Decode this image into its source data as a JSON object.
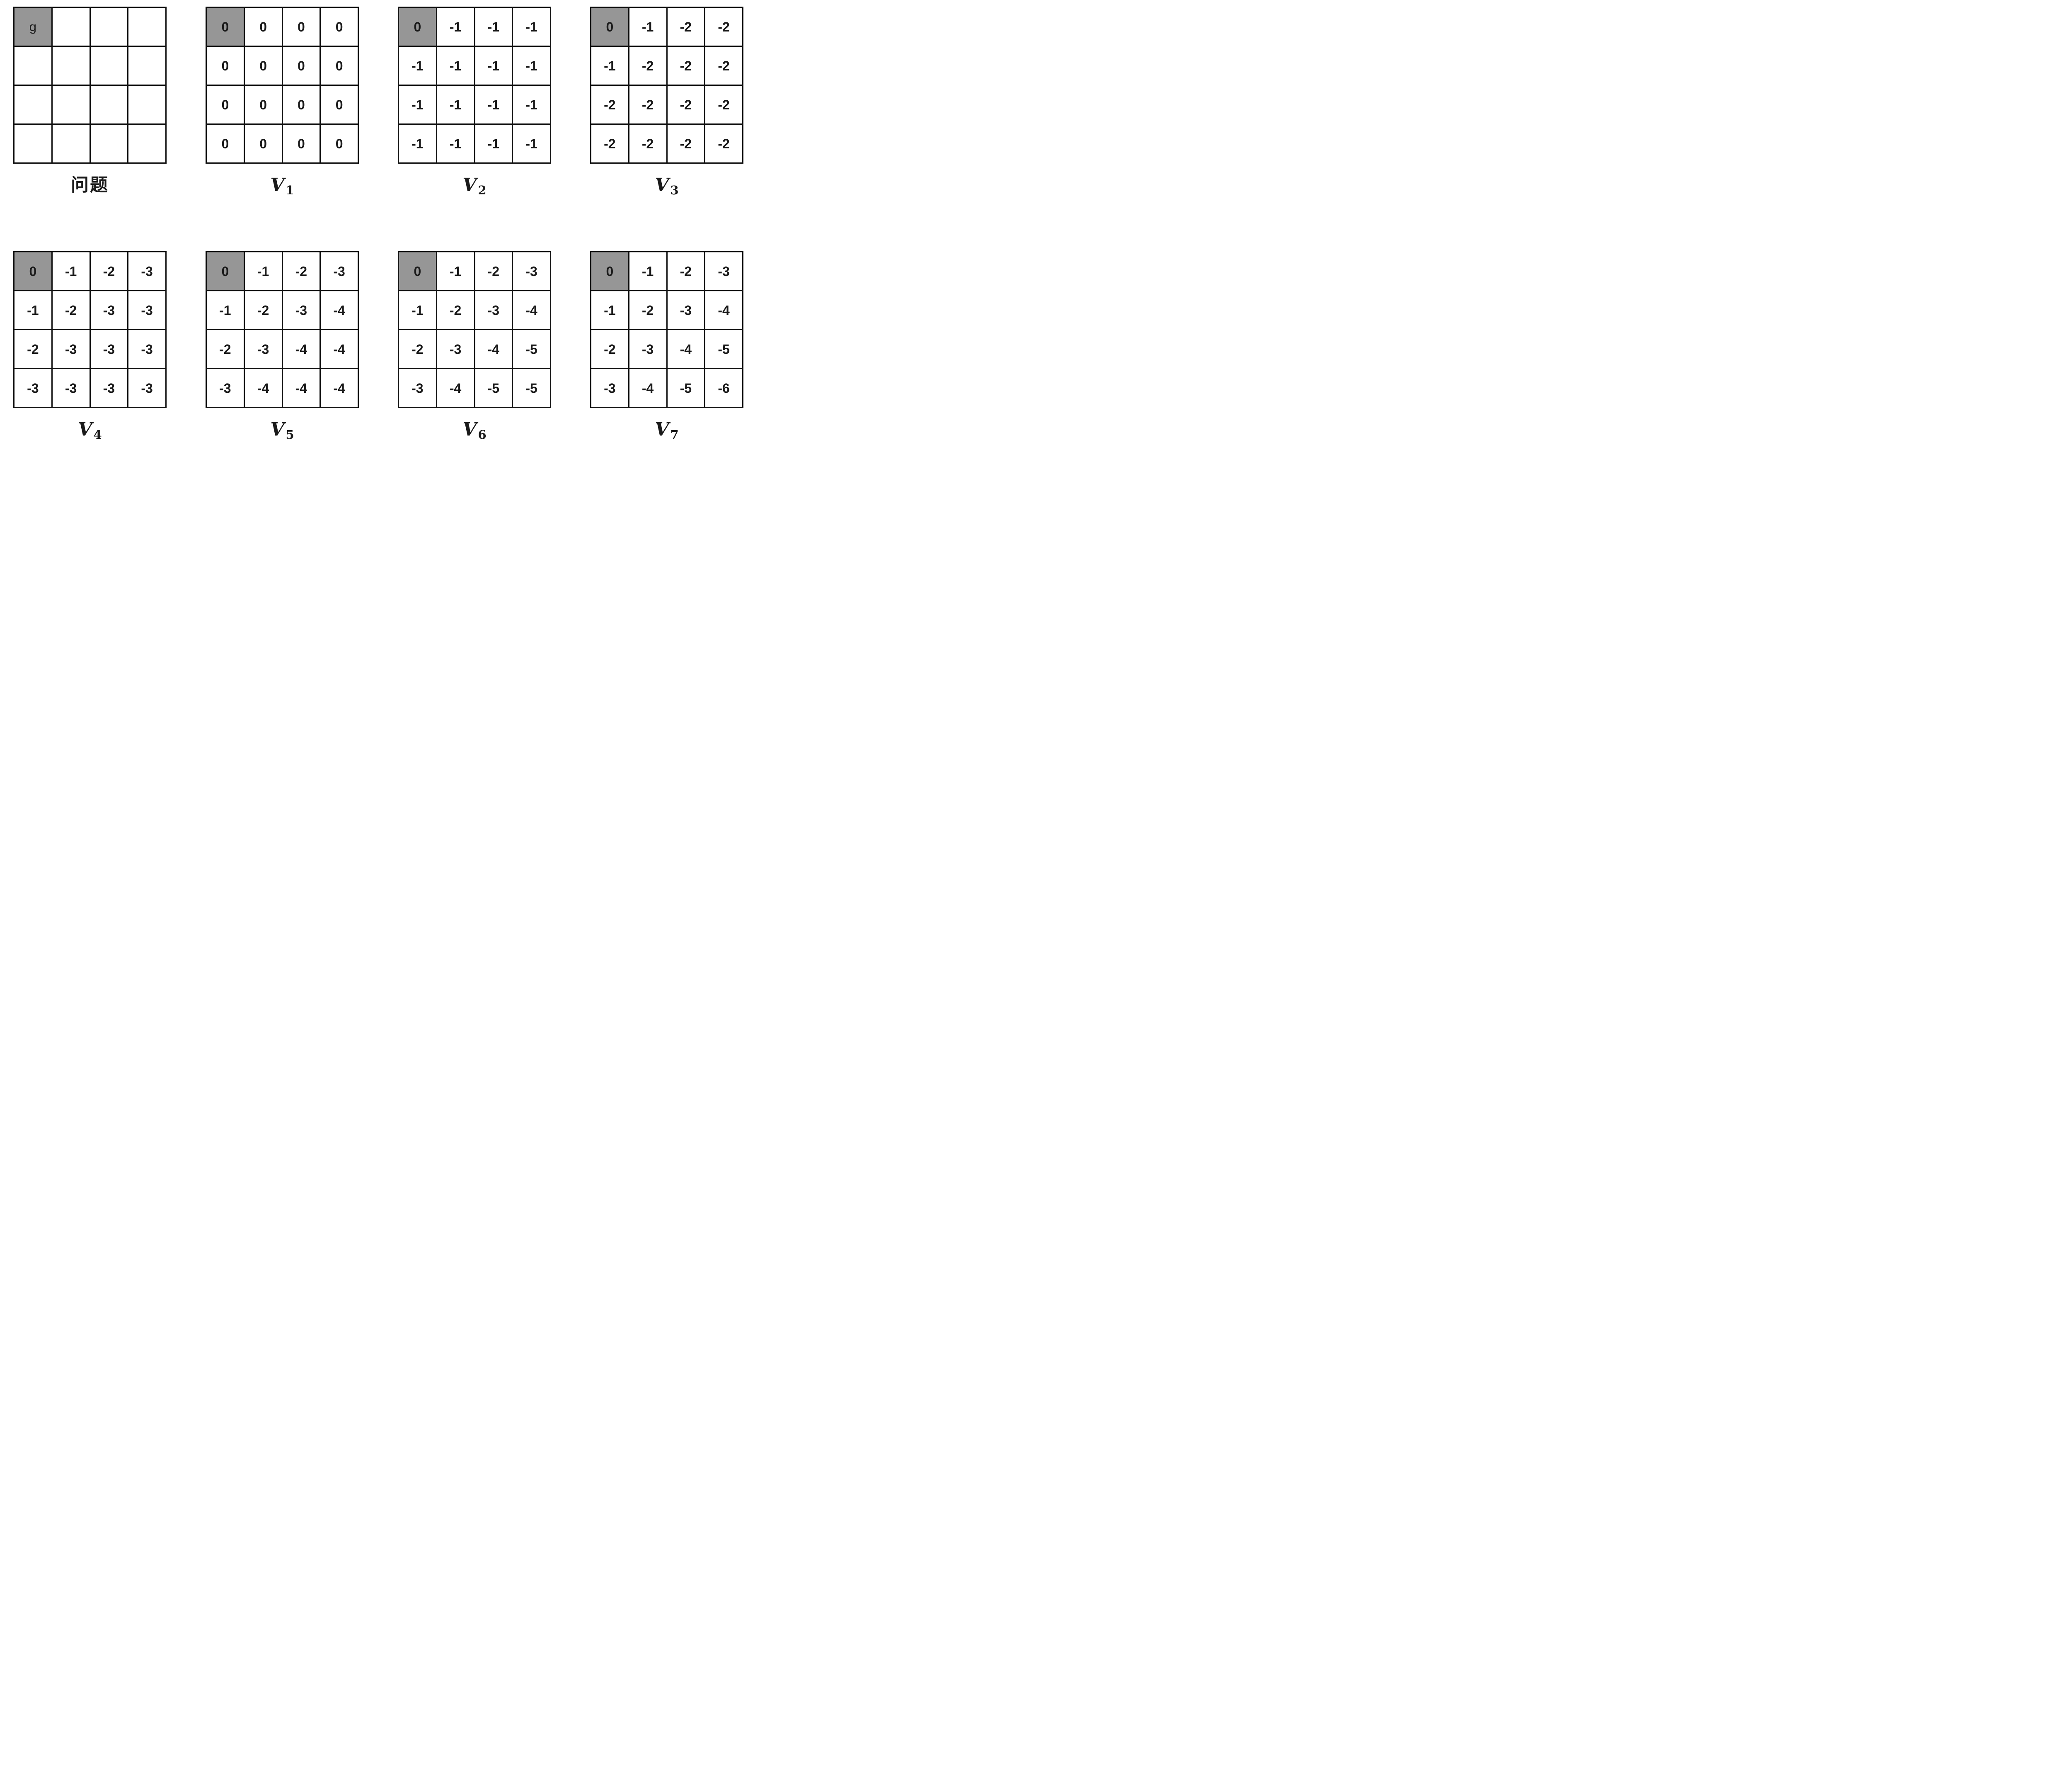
{
  "figure": {
    "title": "gridworld value iteration",
    "colors": {
      "grid_border": "#111111",
      "cell_background": "#ffffff",
      "goal_cell_background": "#969696",
      "text": "#1a1a1a"
    },
    "rows": [
      [
        "problem",
        "v1",
        "v2",
        "v3"
      ],
      [
        "v4",
        "v5",
        "v6",
        "v7"
      ]
    ],
    "panels": [
      {
        "id": "problem",
        "caption": {
          "base": "问题",
          "subscript": ""
        },
        "goal_cell": {
          "row": 0,
          "col": 0
        },
        "cells": [
          [
            "g",
            "",
            "",
            ""
          ],
          [
            "",
            "",
            "",
            ""
          ],
          [
            "",
            "",
            "",
            ""
          ],
          [
            "",
            "",
            "",
            ""
          ]
        ]
      },
      {
        "id": "v1",
        "caption": {
          "base": "V",
          "subscript": "1"
        },
        "goal_cell": {
          "row": 0,
          "col": 0
        },
        "cells": [
          [
            "0",
            "0",
            "0",
            "0"
          ],
          [
            "0",
            "0",
            "0",
            "0"
          ],
          [
            "0",
            "0",
            "0",
            "0"
          ],
          [
            "0",
            "0",
            "0",
            "0"
          ]
        ]
      },
      {
        "id": "v2",
        "caption": {
          "base": "V",
          "subscript": "2"
        },
        "goal_cell": {
          "row": 0,
          "col": 0
        },
        "cells": [
          [
            "0",
            "-1",
            "-1",
            "-1"
          ],
          [
            "-1",
            "-1",
            "-1",
            "-1"
          ],
          [
            "-1",
            "-1",
            "-1",
            "-1"
          ],
          [
            "-1",
            "-1",
            "-1",
            "-1"
          ]
        ]
      },
      {
        "id": "v3",
        "caption": {
          "base": "V",
          "subscript": "3"
        },
        "goal_cell": {
          "row": 0,
          "col": 0
        },
        "cells": [
          [
            "0",
            "-1",
            "-2",
            "-2"
          ],
          [
            "-1",
            "-2",
            "-2",
            "-2"
          ],
          [
            "-2",
            "-2",
            "-2",
            "-2"
          ],
          [
            "-2",
            "-2",
            "-2",
            "-2"
          ]
        ]
      },
      {
        "id": "v4",
        "caption": {
          "base": "V",
          "subscript": "4"
        },
        "goal_cell": {
          "row": 0,
          "col": 0
        },
        "cells": [
          [
            "0",
            "-1",
            "-2",
            "-3"
          ],
          [
            "-1",
            "-2",
            "-3",
            "-3"
          ],
          [
            "-2",
            "-3",
            "-3",
            "-3"
          ],
          [
            "-3",
            "-3",
            "-3",
            "-3"
          ]
        ]
      },
      {
        "id": "v5",
        "caption": {
          "base": "V",
          "subscript": "5"
        },
        "goal_cell": {
          "row": 0,
          "col": 0
        },
        "cells": [
          [
            "0",
            "-1",
            "-2",
            "-3"
          ],
          [
            "-1",
            "-2",
            "-3",
            "-4"
          ],
          [
            "-2",
            "-3",
            "-4",
            "-4"
          ],
          [
            "-3",
            "-4",
            "-4",
            "-4"
          ]
        ]
      },
      {
        "id": "v6",
        "caption": {
          "base": "V",
          "subscript": "6"
        },
        "goal_cell": {
          "row": 0,
          "col": 0
        },
        "cells": [
          [
            "0",
            "-1",
            "-2",
            "-3"
          ],
          [
            "-1",
            "-2",
            "-3",
            "-4"
          ],
          [
            "-2",
            "-3",
            "-4",
            "-5"
          ],
          [
            "-3",
            "-4",
            "-5",
            "-5"
          ]
        ]
      },
      {
        "id": "v7",
        "caption": {
          "base": "V",
          "subscript": "7"
        },
        "goal_cell": {
          "row": 0,
          "col": 0
        },
        "cells": [
          [
            "0",
            "-1",
            "-2",
            "-3"
          ],
          [
            "-1",
            "-2",
            "-3",
            "-4"
          ],
          [
            "-2",
            "-3",
            "-4",
            "-5"
          ],
          [
            "-3",
            "-4",
            "-5",
            "-6"
          ]
        ]
      }
    ]
  }
}
